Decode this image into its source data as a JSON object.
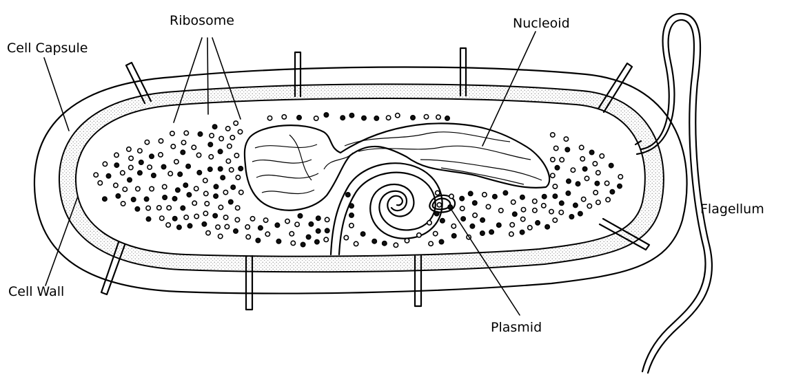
{
  "diagram": {
    "labels": {
      "cell_capsule": "Cell Capsule",
      "ribosome": "Ribosome",
      "nucleoid": "Nucleoid",
      "flagellum": "Flagellum",
      "cell_wall": "Cell Wall",
      "plasmid": "Plasmid"
    },
    "ink_color": "#000000",
    "stipple_color": "#9a9a9a",
    "background_color": "#ffffff"
  }
}
